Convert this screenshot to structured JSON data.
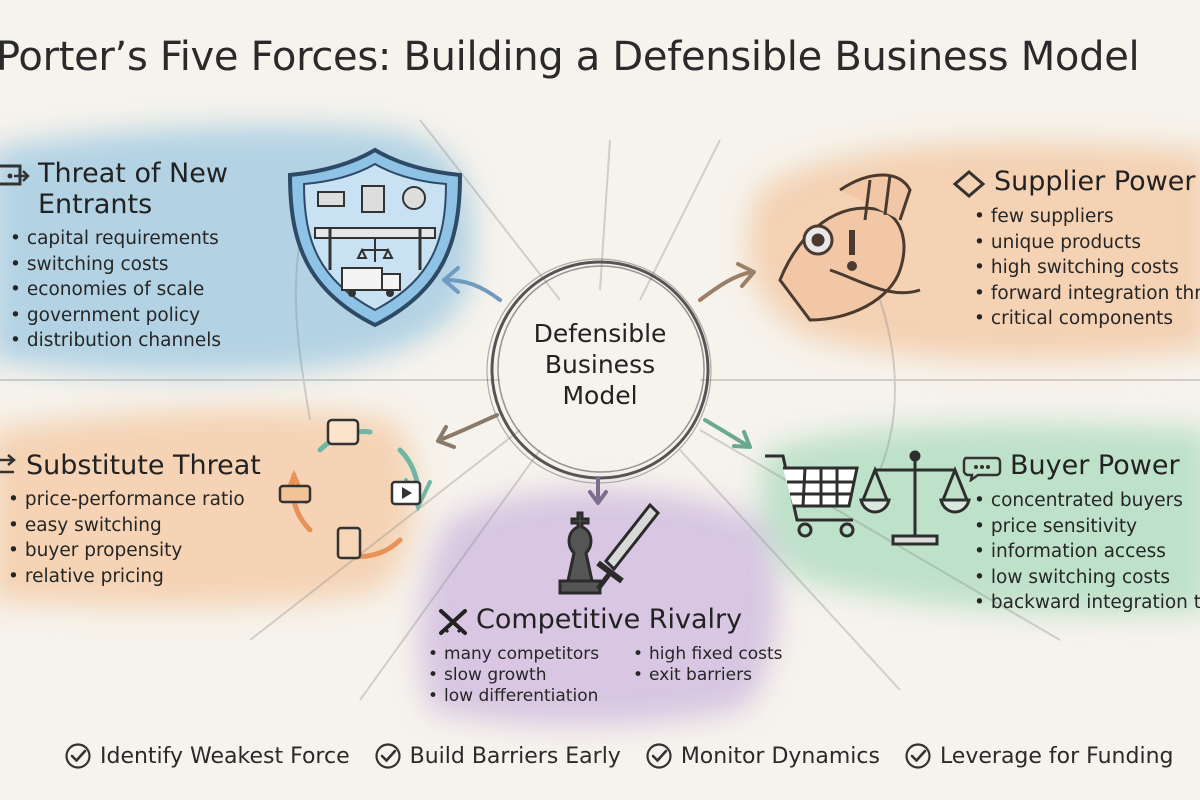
{
  "title": "Porter’s Five Forces: Building a Defensible Business Model",
  "center": {
    "lines": [
      "Defensible",
      "Business",
      "Model"
    ]
  },
  "forces": {
    "new_entrants": {
      "title_lines": [
        "Threat of New",
        "Entrants"
      ],
      "bullets": [
        "capital requirements",
        "switching costs",
        "economies of scale",
        "government policy",
        "distribution channels"
      ],
      "icon": "shield-icon",
      "color": "#7cb8df"
    },
    "supplier": {
      "title": "Supplier Power",
      "bullets": [
        "few suppliers",
        "unique products",
        "high switching costs",
        "forward integration thr",
        "critical components"
      ],
      "icon": "handshake-icon",
      "color": "#f2b27a"
    },
    "substitute": {
      "title": "Substitute Threat",
      "bullets": [
        "price-performance ratio",
        "easy switching",
        "buyer propensity",
        "relative pricing"
      ],
      "icon": "cycle-icon",
      "color": "#f4b37c"
    },
    "buyer": {
      "title": "Buyer Power",
      "bullets": [
        "concentrated buyers",
        "price sensitivity",
        "information access",
        "low switching costs",
        "backward integration th"
      ],
      "icon": "cart-scale-icon",
      "color": "#8fd2ad"
    },
    "rivalry": {
      "title": "Competitive Rivalry",
      "bullets": [
        "many competitors",
        "high fixed costs",
        "slow growth",
        "exit barriers",
        "low differentiation"
      ],
      "icon": "chess-sword-icon",
      "color": "#b99ad8"
    }
  },
  "takeaways": [
    "Identify Weakest Force",
    "Build Barriers Early",
    "Monitor Dynamics",
    "Leverage for Funding"
  ]
}
